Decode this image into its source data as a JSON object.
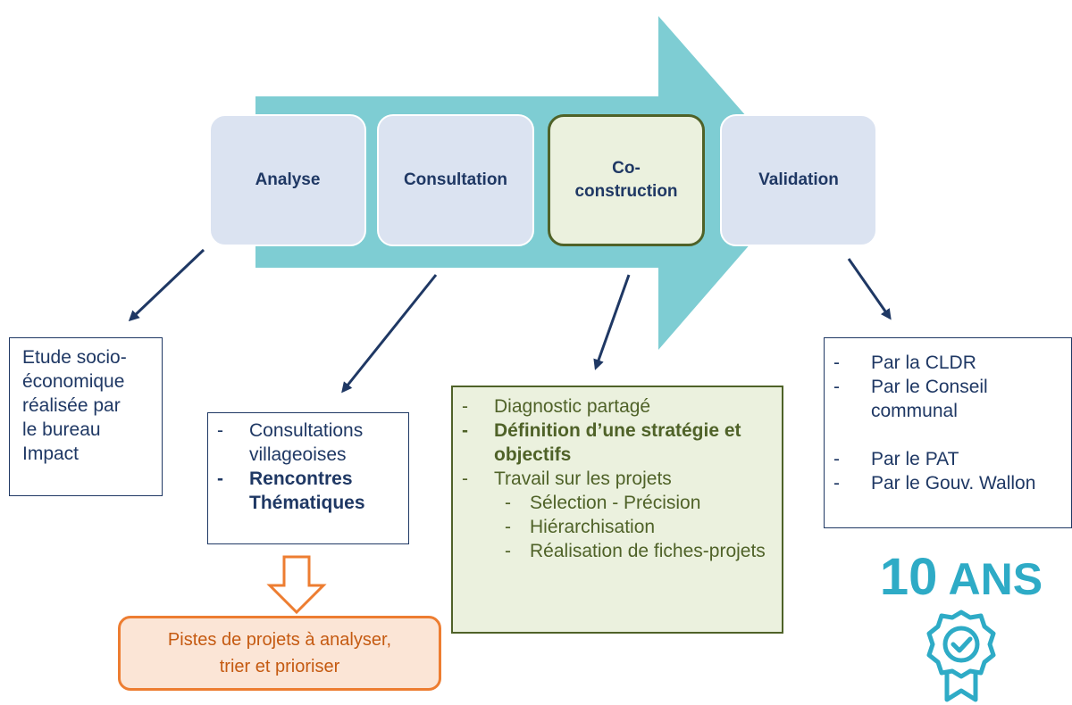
{
  "steps": [
    {
      "label": "Analyse"
    },
    {
      "label": "Consultation"
    },
    {
      "label": "Co-\nconstruction"
    },
    {
      "label": "Validation"
    }
  ],
  "analyse_box": {
    "lines": [
      "Etude socio-",
      "économique",
      "réalisée par",
      "le bureau",
      "Impact"
    ]
  },
  "consultation_box": {
    "items": [
      {
        "text": "Consultations villageoises",
        "bold": false
      },
      {
        "text": "Rencontres Thématiques",
        "bold": true
      }
    ]
  },
  "coconstruction_box": {
    "items": [
      {
        "text": "Diagnostic partagé",
        "level": 1,
        "bold": false
      },
      {
        "text": "Définition d’une stratégie et objectifs",
        "level": 1,
        "bold": true
      },
      {
        "text": "Travail sur les projets",
        "level": 1,
        "bold": false
      },
      {
        "text": "Sélection - Précision",
        "level": 2,
        "bold": false
      },
      {
        "text": "Hiérarchisation",
        "level": 2,
        "bold": false
      },
      {
        "text": "Réalisation de fiches-projets",
        "level": 2,
        "bold": false
      }
    ]
  },
  "validation_box": {
    "items": [
      {
        "text": "Par la CLDR",
        "gap": false
      },
      {
        "text": "Par le Conseil communal",
        "gap": false
      },
      {
        "text": "Par le PAT",
        "gap": true
      },
      {
        "text": "Par le Gouv. Wallon",
        "gap": false
      }
    ]
  },
  "pistes": {
    "text": "Pistes de projets à analyser,\ntrier et prioriser"
  },
  "badge": {
    "number": "10",
    "label": "ANS",
    "icon": "award-badge-icon"
  },
  "colors": {
    "process_arrow": "#7ecdd3",
    "step_fill": "#dbe3f1",
    "active_step_fill": "#ebf1de",
    "active_step_border": "#4f6228",
    "navy": "#1f3864",
    "orange": "#ed7d31",
    "orange_fill": "#fbe5d6",
    "badge": "#2eabc6"
  }
}
